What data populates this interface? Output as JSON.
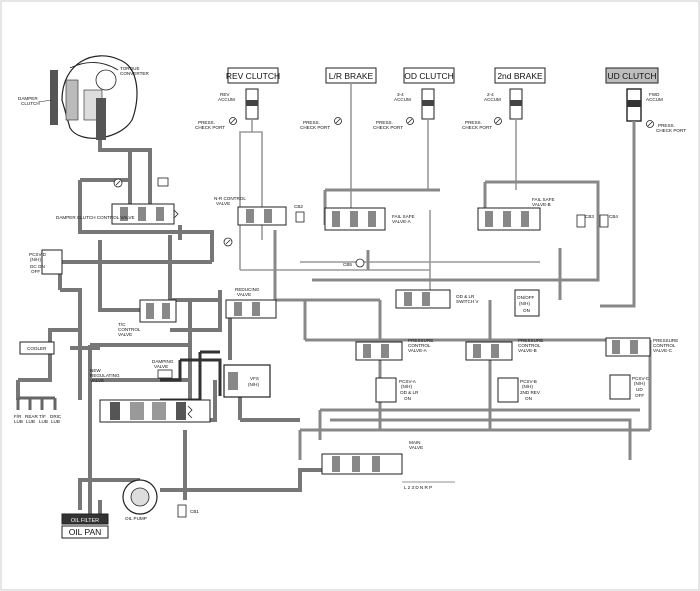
{
  "clutches": [
    {
      "label": "REV CLUTCH",
      "accum": [
        "REV",
        "ACCUM"
      ]
    },
    {
      "label": "L/R BRAKE",
      "accum": [
        "",
        ""
      ]
    },
    {
      "label": "OD CLUTCH",
      "accum": [
        "3-4",
        "ACCUM"
      ]
    },
    {
      "label": "2nd BRAKE",
      "accum": [
        "2-4",
        "ACCUM"
      ]
    },
    {
      "label": "UD CLUTCH",
      "accum": [
        "FWD",
        "ACCUM"
      ]
    }
  ],
  "press_port": [
    "PRESS.",
    "CHECK PORT"
  ],
  "torque_converter": [
    "TORQUE",
    "CONVERTER"
  ],
  "damper_clutch": [
    "DAMPER",
    "CLUTCH"
  ],
  "damper_clutch_valve": "DAMPER CLUTCH CONTROL VALVE",
  "nr_control_valve": [
    "N-R CONTROL",
    "VALVE"
  ],
  "cb2": "CB2",
  "cb5": "CB5",
  "cb3": "CB3",
  "cb4": "CB4",
  "cb1": "CB1",
  "fail_safe_a": [
    "FAIL SAFE",
    "VALVE-A"
  ],
  "fail_safe_b": [
    "FAIL SAFE",
    "VALVE-B"
  ],
  "pcsv_d": [
    "PCSV-D",
    "(N/H)",
    "DC ON",
    "OFF"
  ],
  "reducing_valve": [
    "REDUCING",
    "VALVE"
  ],
  "od_lr_switch": [
    "OD & LR",
    "SWITCH V"
  ],
  "onoff": [
    "ON/OFF",
    "(N/H)",
    "ON"
  ],
  "cooler": "COOLER",
  "tc_valve": [
    "T/C",
    "CONTROL",
    "VALVE"
  ],
  "pcv_a": [
    "PRESSURE",
    "CONTROL",
    "VALVE-A"
  ],
  "pcv_b": [
    "PRESSURE",
    "CONTROL",
    "VALVE-B"
  ],
  "pcv_c": [
    "PRESSURE",
    "CONTROL",
    "VALVE-C"
  ],
  "new_reg_valve": [
    "NEW",
    "REGULATING",
    "VALVE"
  ],
  "damping_valve": [
    "DAMPING",
    "VALVE"
  ],
  "vfs": [
    "VFS",
    "(N/H)"
  ],
  "pcsv_a": [
    "PCSV-A",
    "(N/H)",
    "OD & LR",
    "ON"
  ],
  "pcsv_b": [
    "PCSV-B",
    "(N/H)",
    "2ND REV",
    "ON"
  ],
  "pcsv_c": [
    "PCSV-C",
    "(N/H)",
    "UD",
    "OFF"
  ],
  "lube_labels": [
    "F/R",
    "REAR",
    "T/F",
    "DRIC"
  ],
  "lube_sub": [
    "LUB",
    "LUB",
    "LUB",
    "LUB"
  ],
  "main_valve": [
    "MAIN",
    "VALVE"
  ],
  "range_marks": "L 2 3 D N R P",
  "oil_filter": "OIL FILTER",
  "oil_pan": "OIL PAN",
  "oil_pump": "OIL PUMP"
}
